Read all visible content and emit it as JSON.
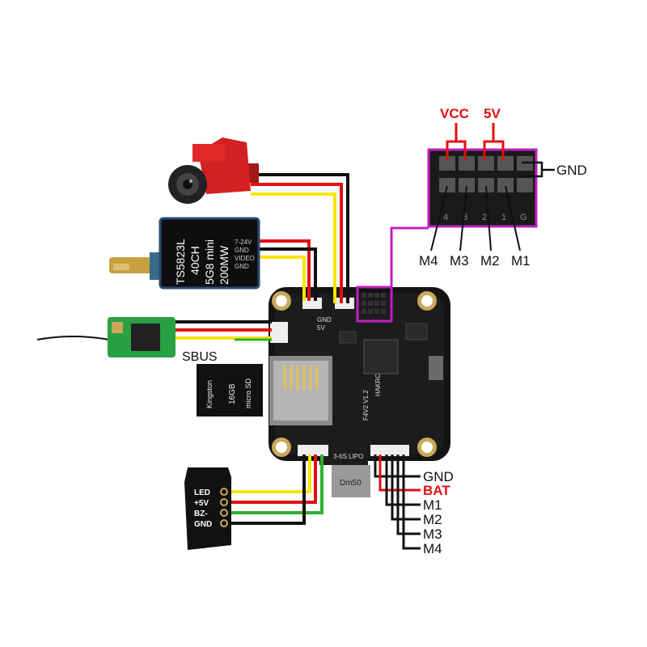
{
  "connector": {
    "pin_numbers": [
      "4",
      "3",
      "2",
      "1",
      "G"
    ],
    "top_labels": {
      "vcc": "VCC",
      "five_v": "5V"
    },
    "gnd_label": "GND",
    "motor_labels": [
      "M4",
      "M3",
      "M2",
      "M1"
    ]
  },
  "vtx": {
    "lines": [
      "TS5823L",
      "40CH",
      "5G8 mini",
      "200MW"
    ],
    "pins": [
      "7-24V",
      "GND",
      "VIDEO",
      "GND"
    ]
  },
  "receiver": {
    "label": "SBUS"
  },
  "sdcard": {
    "brand": "Kingston",
    "capacity": "16GB",
    "logo": "micro SD"
  },
  "buzzer": {
    "pins": [
      "LED",
      "+5V",
      "BZ-",
      "GND"
    ]
  },
  "board": {
    "silkscreen": "HAKRC",
    "version": "F4V2 V1.2",
    "chip": "Dm50",
    "pad_gnd": "GND",
    "pad_5v": "5V",
    "lipo": "3-6S LIPO"
  },
  "power_labels": {
    "gnd": "GND",
    "bat": "BAT",
    "m1": "M1",
    "m2": "M2",
    "m3": "M3",
    "m4": "M4"
  },
  "colors": {
    "red": "#e01010",
    "magenta": "#c020c0",
    "yellow": "#f5e600",
    "green": "#30b030",
    "black": "#111111"
  }
}
